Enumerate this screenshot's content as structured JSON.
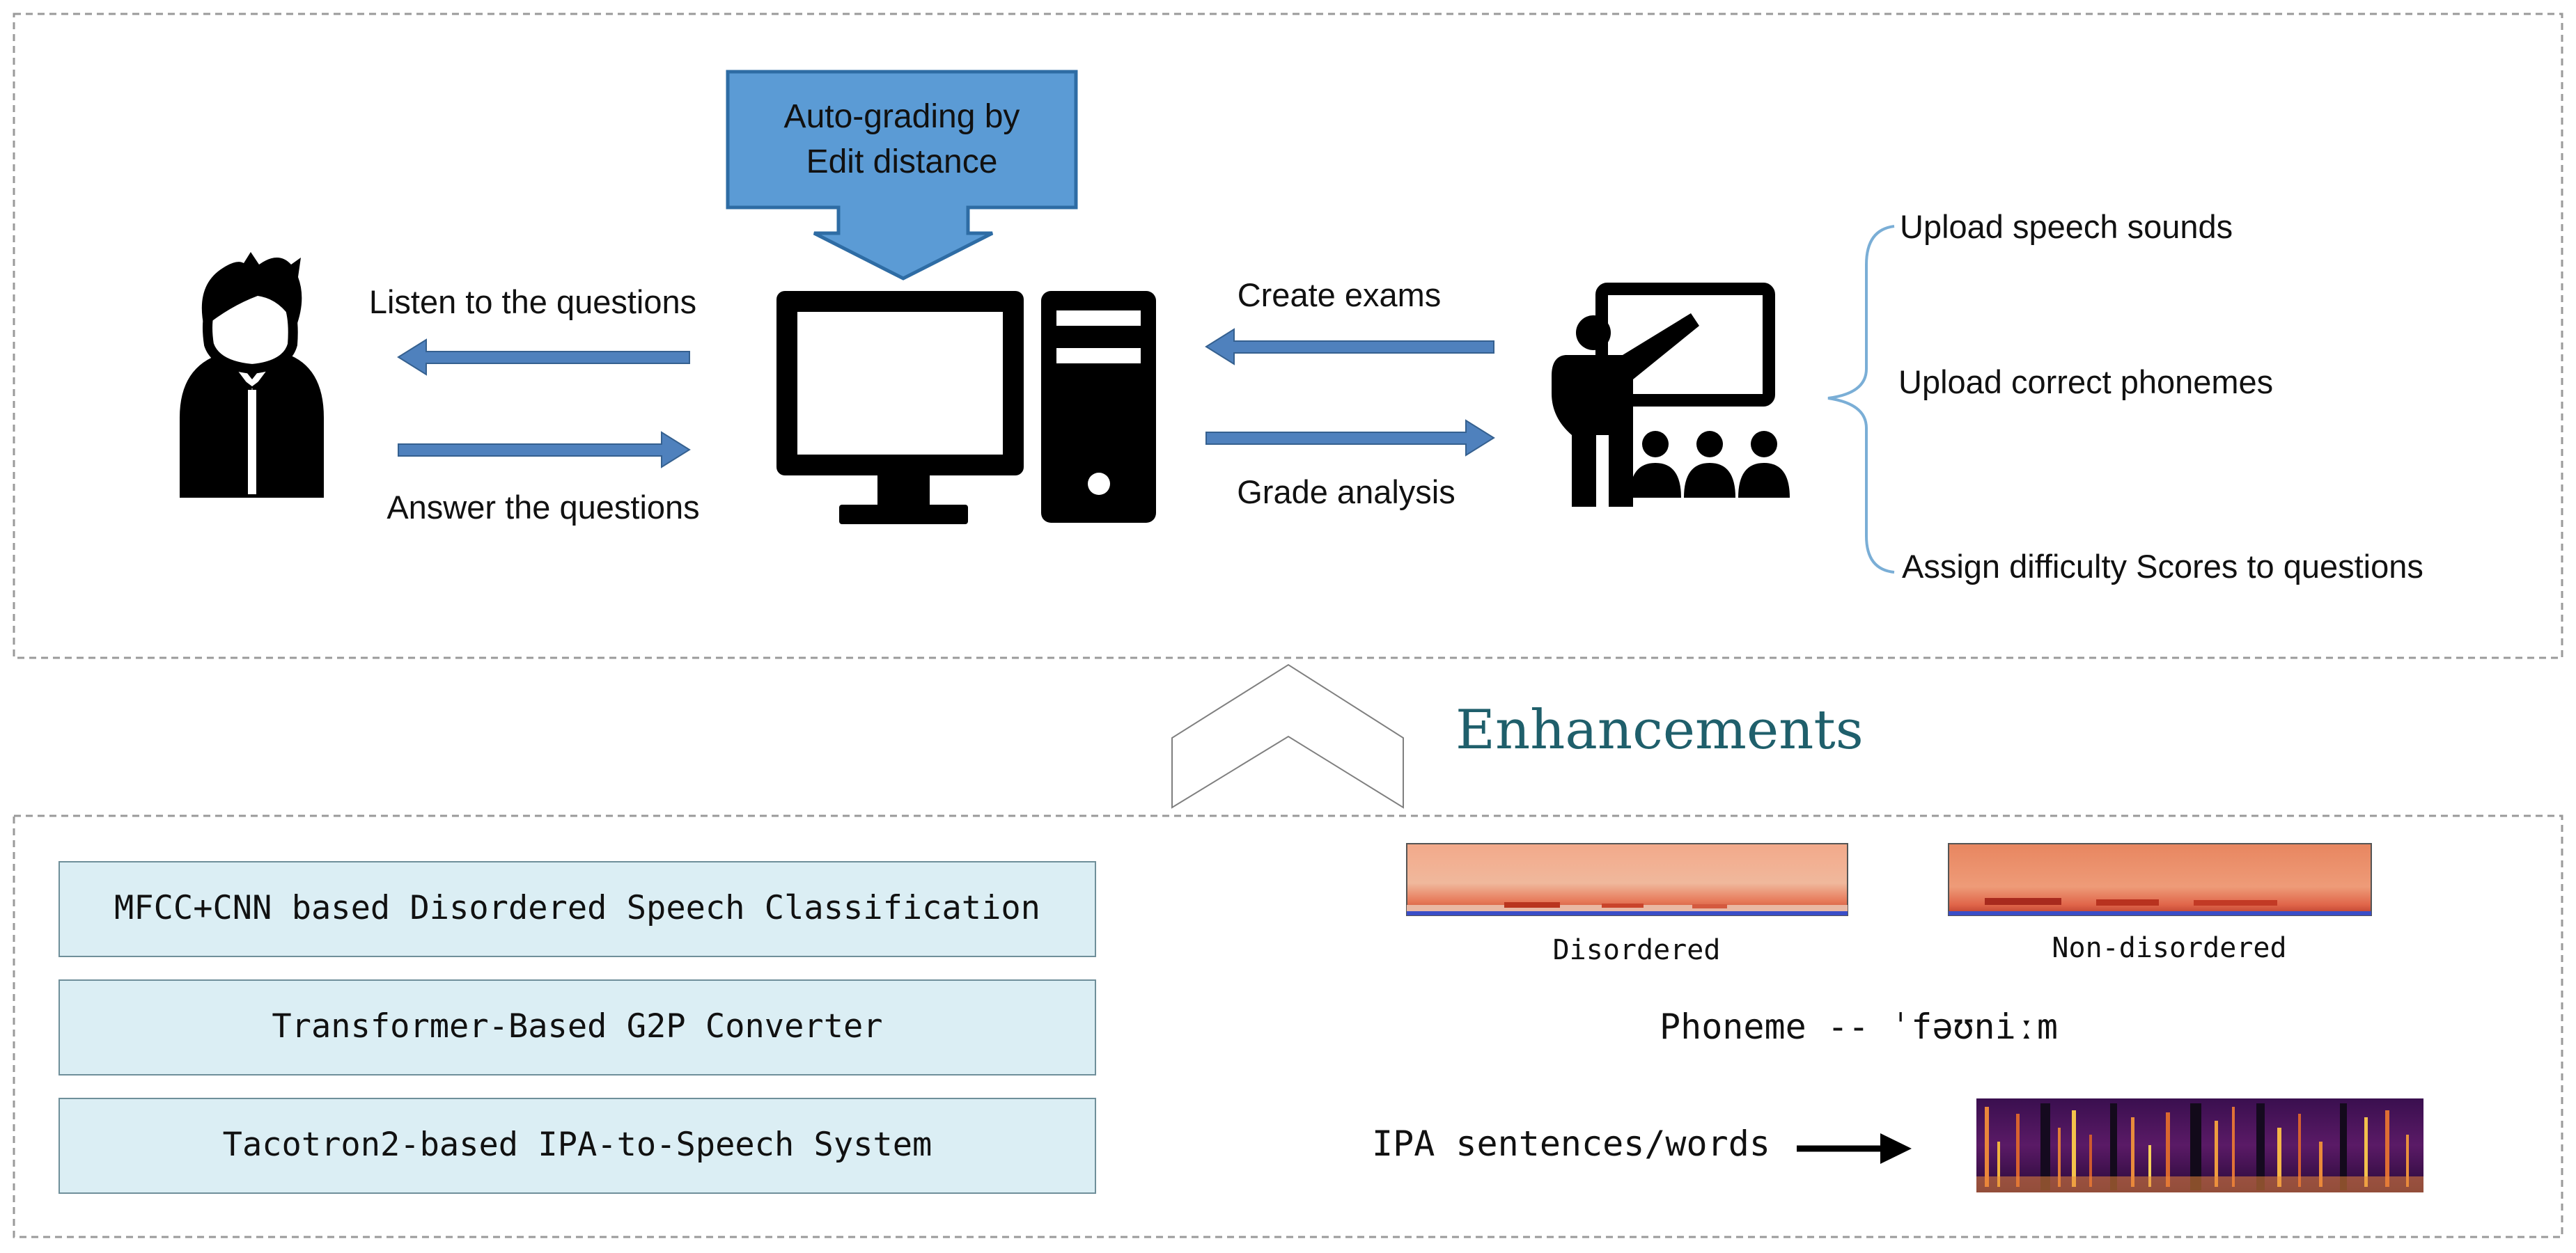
{
  "top_panel": {
    "grading_box": {
      "line1": "Auto-grading by",
      "line2": "Edit distance"
    },
    "student_arrows": {
      "listen": "Listen to the questions",
      "answer": "Answer the questions"
    },
    "teacher_arrows": {
      "create": "Create exams",
      "grade": "Grade analysis"
    },
    "teacher_tasks": [
      "Upload speech sounds",
      "Upload correct phonemes",
      "Assign difficulty Scores to questions"
    ]
  },
  "enhancements_label": "Enhancements",
  "bottom_panel": {
    "modules": [
      "MFCC+CNN based Disordered Speech Classification",
      "Transformer-Based G2P Converter",
      "Tacotron2-based IPA-to-Speech System"
    ],
    "spectrogram_labels": {
      "disordered": "Disordered",
      "non_disordered": "Non-disordered"
    },
    "phoneme_text": "Phoneme -- ˈfəʊniːm",
    "ipa_text": "IPA sentences/words"
  },
  "colors": {
    "arrow_blue": "#4f81bd",
    "grading_box": "#5b9bd5",
    "module_fill": "#dbeef4",
    "enhancements_text": "#1f5f6b",
    "icon": "#000000"
  }
}
